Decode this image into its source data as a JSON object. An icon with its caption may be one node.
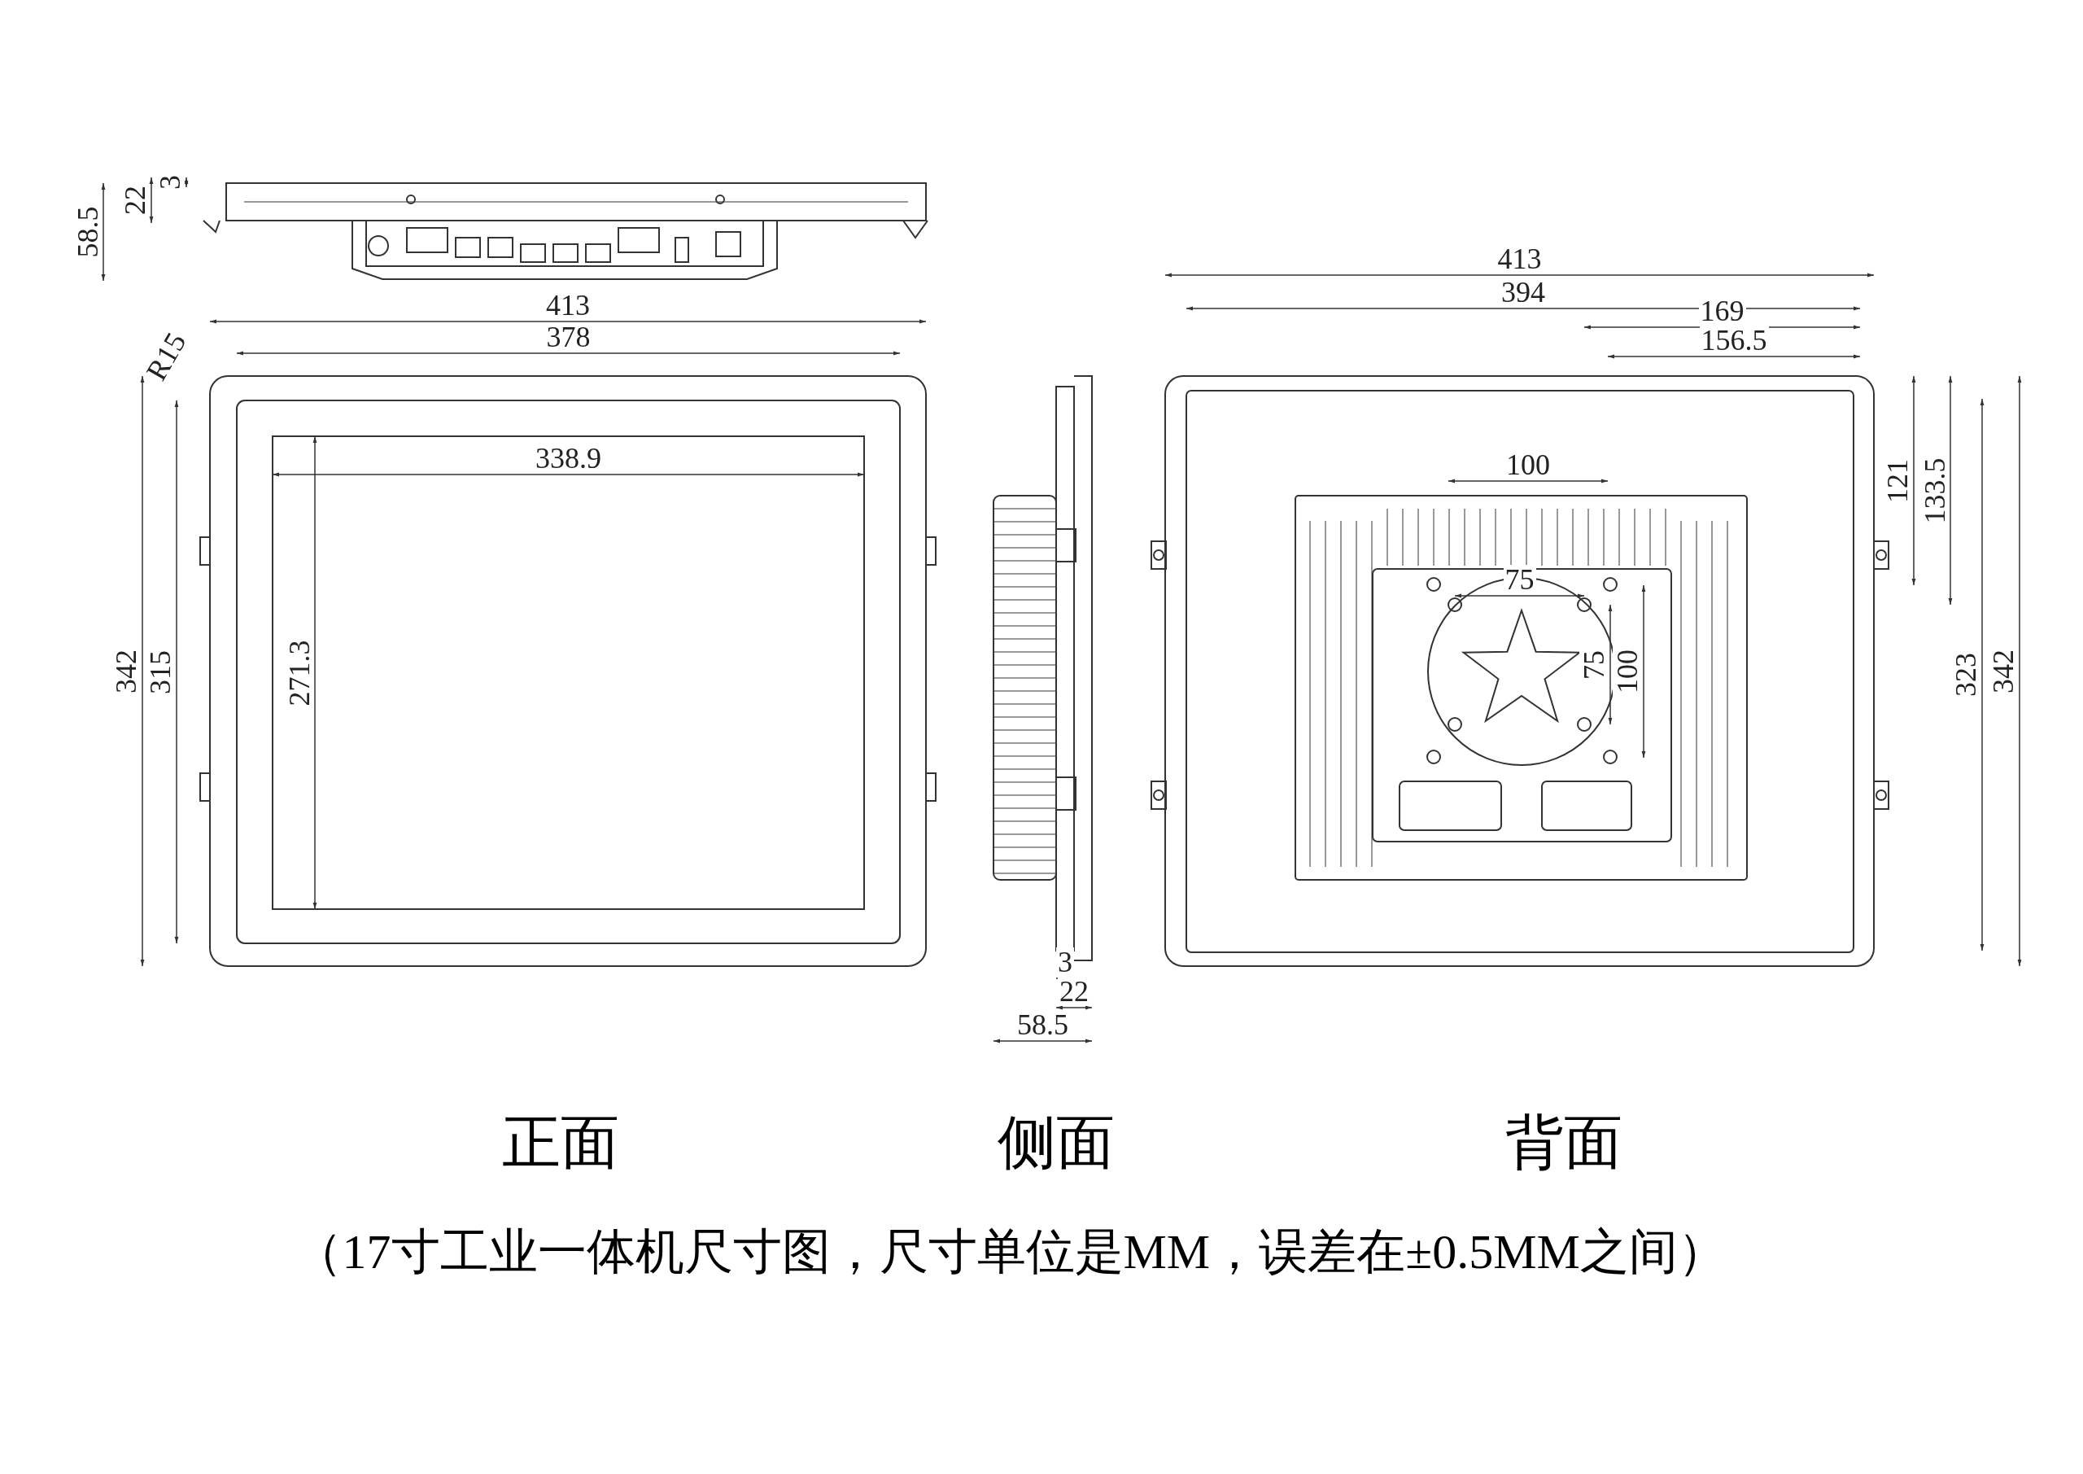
{
  "diagram": {
    "caption": "（17寸工业一体机尺寸图，尺寸单位是MM，误差在±0.5MM之间）",
    "labels": [
      "58.5",
      "22",
      "3",
      "413",
      "394",
      "413",
      "169",
      "R15",
      "378",
      "156.5",
      "338.9",
      "100",
      "75",
      "121",
      "133.5",
      "342",
      "315",
      "271.3",
      "75",
      "100",
      "323",
      "342",
      "3",
      "22",
      "58.5",
      "正面",
      "侧面",
      "背面"
    ]
  }
}
